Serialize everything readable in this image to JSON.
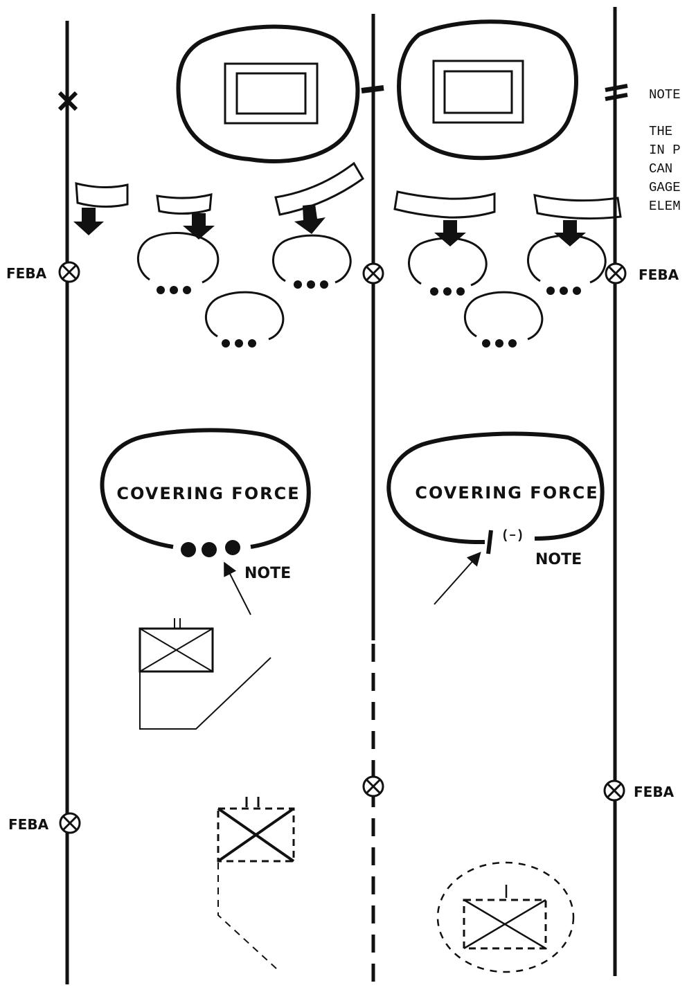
{
  "feba_label": "FEBA",
  "covering_force_label": "COVERING FORCE",
  "note_label": "NOTE",
  "right_note": {
    "title": "NOTE",
    "lines": [
      "THE",
      "IN P",
      "CAN",
      "GAGE",
      "ELEM"
    ]
  },
  "boundary_symbols": {
    "left": "X",
    "center": "–",
    "right": "II"
  },
  "echelon_marks": {
    "left_covering": "●●●",
    "right_covering": "I (–)",
    "left_battalion": "II",
    "left_dashed_battalion": "II",
    "right_dashed_company": "I"
  }
}
